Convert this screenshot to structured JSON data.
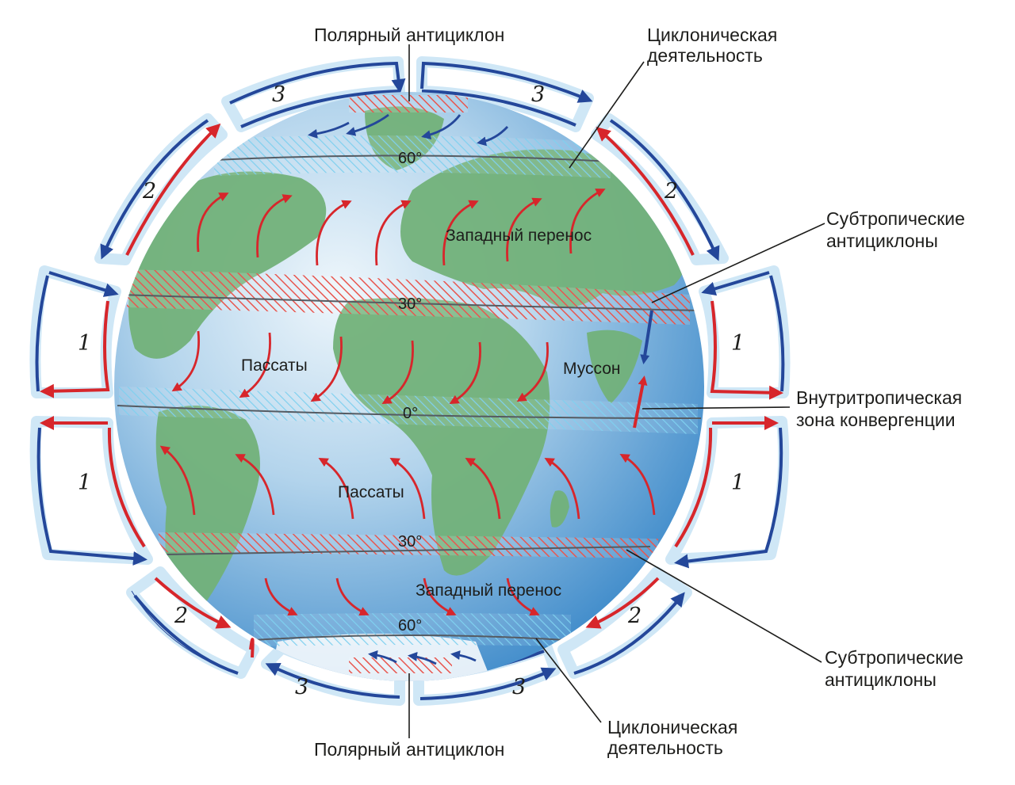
{
  "labels": {
    "polar_anticyclone_top": "Полярный антициклон",
    "polar_anticyclone_bottom": "Полярный антициклон",
    "cyclonic_top": [
      "Циклоническая",
      "деятельность"
    ],
    "cyclonic_bottom": [
      "Циклоническая",
      "деятельность"
    ],
    "subtropical_top": [
      "Субтропические",
      "антициклоны"
    ],
    "subtropical_bottom": [
      "Субтропические",
      "антициклоны"
    ],
    "itcz": [
      "Внутритропическая",
      "зона конвергенции"
    ],
    "westerlies_north": "Западный перенос",
    "westerlies_south": "Западный перенос",
    "trades_north": "Пассаты",
    "trades_south": "Пассаты",
    "monsoon": "Муссон"
  },
  "latitudes": {
    "n60": "60°",
    "n30": "30°",
    "eq": "0°",
    "s30": "30°",
    "s60": "60°"
  },
  "cells": {
    "polar": "3",
    "ferrel": "2",
    "hadley": "1"
  },
  "colors": {
    "ocean_light": "#dcecf7",
    "ocean": "#6fa7d6",
    "ocean_dark": "#3c88c9",
    "land": "#72b27a",
    "land_light": "#a9d29c",
    "warm_arrow": "#d7262b",
    "cold_arrow": "#24479a",
    "high_pressure_hatch": "#e8564f",
    "low_pressure_hatch": "#6cc3e6",
    "frame_glow": "#cfe7f6"
  }
}
